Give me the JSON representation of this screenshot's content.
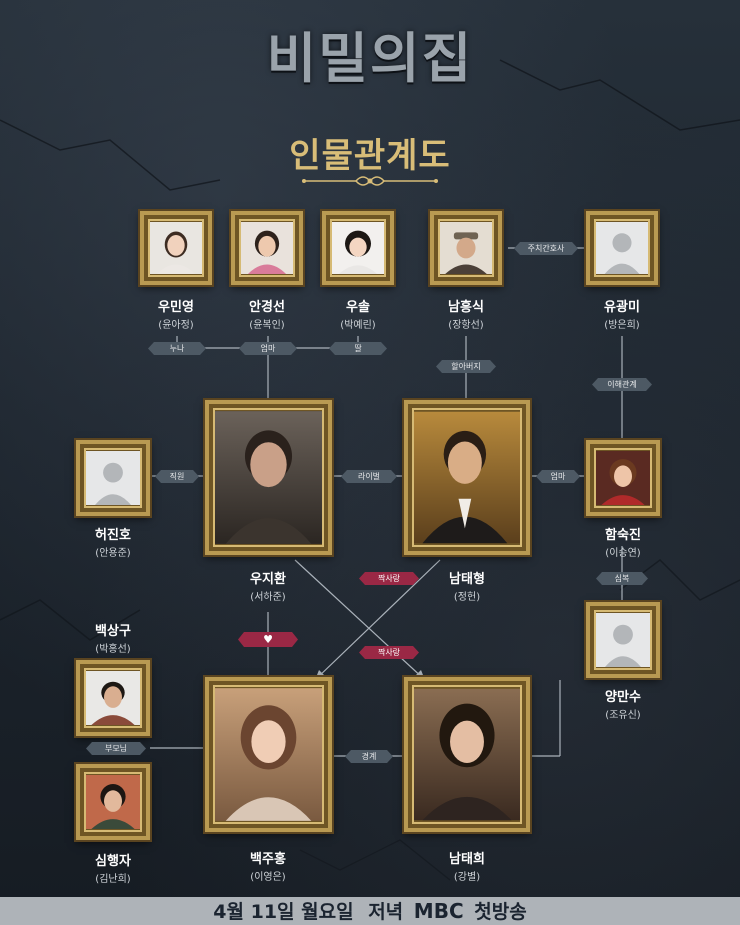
{
  "title": "비밀의집",
  "subtitle": "인물관계도",
  "characters": {
    "woo_minyoung": {
      "name": "우민영",
      "actor": "(윤아정)"
    },
    "ahn_kyungsun": {
      "name": "안경선",
      "actor": "(윤복인)"
    },
    "woo_sol": {
      "name": "우솔",
      "actor": "(박예린)"
    },
    "nam_heungsik": {
      "name": "남흥식",
      "actor": "(장항선)"
    },
    "yoo_kwangmi": {
      "name": "유광미",
      "actor": "(방은희)"
    },
    "heo_jinho": {
      "name": "허진호",
      "actor": "(안용준)"
    },
    "woo_jihwan": {
      "name": "우지환",
      "actor": "(서하준)"
    },
    "nam_taehyung": {
      "name": "남태형",
      "actor": "(정헌)"
    },
    "ham_sukjin": {
      "name": "함숙진",
      "actor": "(이승연)"
    },
    "baek_sanggu": {
      "name": "백상구",
      "actor": "(박홍선)"
    },
    "yang_mansu": {
      "name": "양만수",
      "actor": "(조유신)"
    },
    "shim_haengja": {
      "name": "심행자",
      "actor": "(김난희)"
    },
    "baek_juhong": {
      "name": "백주홍",
      "actor": "(이영은)"
    },
    "nam_taehee": {
      "name": "남태희",
      "actor": "(강별)"
    }
  },
  "relations": {
    "nuna": "누나",
    "mother1": "엄마",
    "daughter": "딸",
    "doctor_nurse": "주치간호사",
    "grandfather": "할아버지",
    "interest": "이해관계",
    "employee": "직원",
    "rival": "라이벌",
    "mother2": "엄마",
    "crush1": "짝사랑",
    "crush2": "짝사랑",
    "heart": "♥",
    "henchman": "심복",
    "parents": "부모님",
    "caution": "경계"
  },
  "footer": {
    "date": "4월 11일 월요일",
    "time": "저녁",
    "network": "MBC",
    "premiere": "첫방송"
  },
  "colors": {
    "frame_gold": "#b99a52",
    "title_gold": "#d8bd78",
    "relation_red": "#9a2845",
    "relation_gray": "#4d5964"
  }
}
